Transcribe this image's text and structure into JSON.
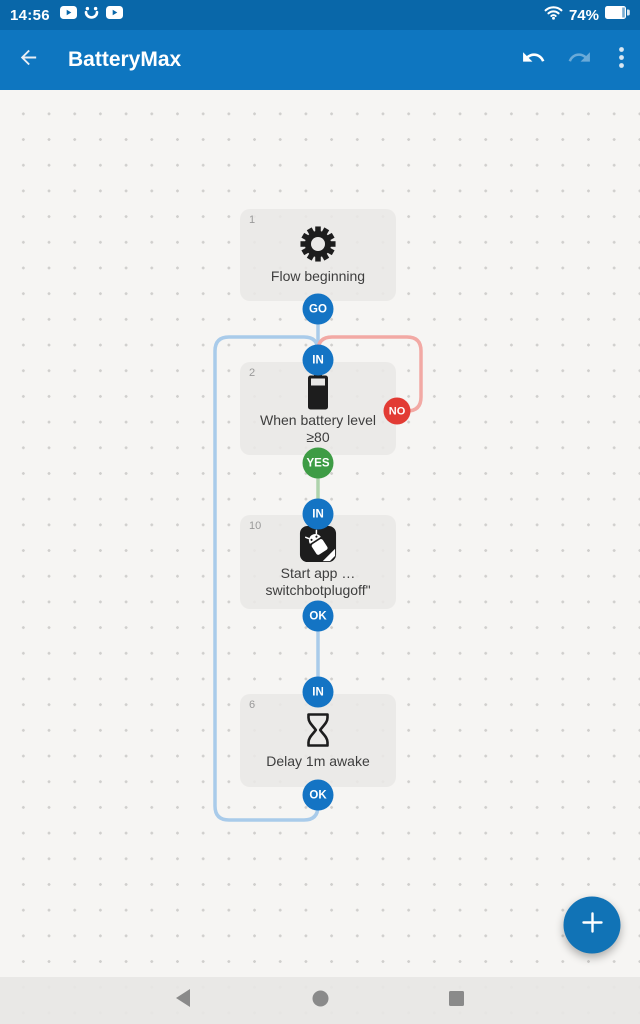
{
  "status_bar": {
    "time": "14:56",
    "battery_percent": "74%",
    "left_icons": [
      "play-icon",
      "face-icon",
      "play-icon"
    ],
    "right_icons": [
      "wifi-icon",
      "battery-icon"
    ]
  },
  "app_bar": {
    "title": "BatteryMax",
    "actions": [
      "undo",
      "redo",
      "overflow-menu"
    ]
  },
  "flow": {
    "badge_labels": {
      "go": "GO",
      "in": "IN",
      "yes": "YES",
      "no": "NO",
      "ok": "OK"
    },
    "blocks": [
      {
        "number": "1",
        "icon": "gear-icon",
        "lines": [
          "Flow beginning",
          ""
        ]
      },
      {
        "number": "2",
        "icon": "battery-icon",
        "lines": [
          "When battery level",
          "≥80"
        ]
      },
      {
        "number": "10",
        "icon": "start-app-icon",
        "lines": [
          "Start app …",
          "switchbotplugoff\""
        ]
      },
      {
        "number": "6",
        "icon": "hourglass-icon",
        "lines": [
          "Delay 1m awake",
          ""
        ]
      }
    ],
    "connectors": [
      {
        "from": "1:GO",
        "to": "2:IN",
        "color": "#a9cbea"
      },
      {
        "from": "2:YES",
        "to": "10:IN",
        "color": "#aed3ac"
      },
      {
        "from": "10:OK",
        "to": "6:IN",
        "color": "#a9cbea"
      },
      {
        "from": "6:OK",
        "to": "2:IN",
        "color": "#a9cbea"
      },
      {
        "from": "2:NO",
        "to": "2:IN",
        "color": "#f2a9a4"
      }
    ]
  },
  "fab": {
    "label": "+"
  },
  "nav_bar": {
    "buttons": [
      "back",
      "home",
      "recents"
    ]
  },
  "colors": {
    "status_bar_bg": "#0967a9",
    "app_bar_bg": "#0e76c0",
    "badge_blue": "#1474c4",
    "badge_green": "#3e9c45",
    "badge_red": "#e23b34",
    "fab_bg": "#1173b6",
    "canvas_bg": "#f6f5f3",
    "block_bg": "#e9e8e6",
    "connector_blue": "#a9cbea",
    "connector_green": "#aed3ac",
    "connector_red": "#f2a9a4"
  }
}
